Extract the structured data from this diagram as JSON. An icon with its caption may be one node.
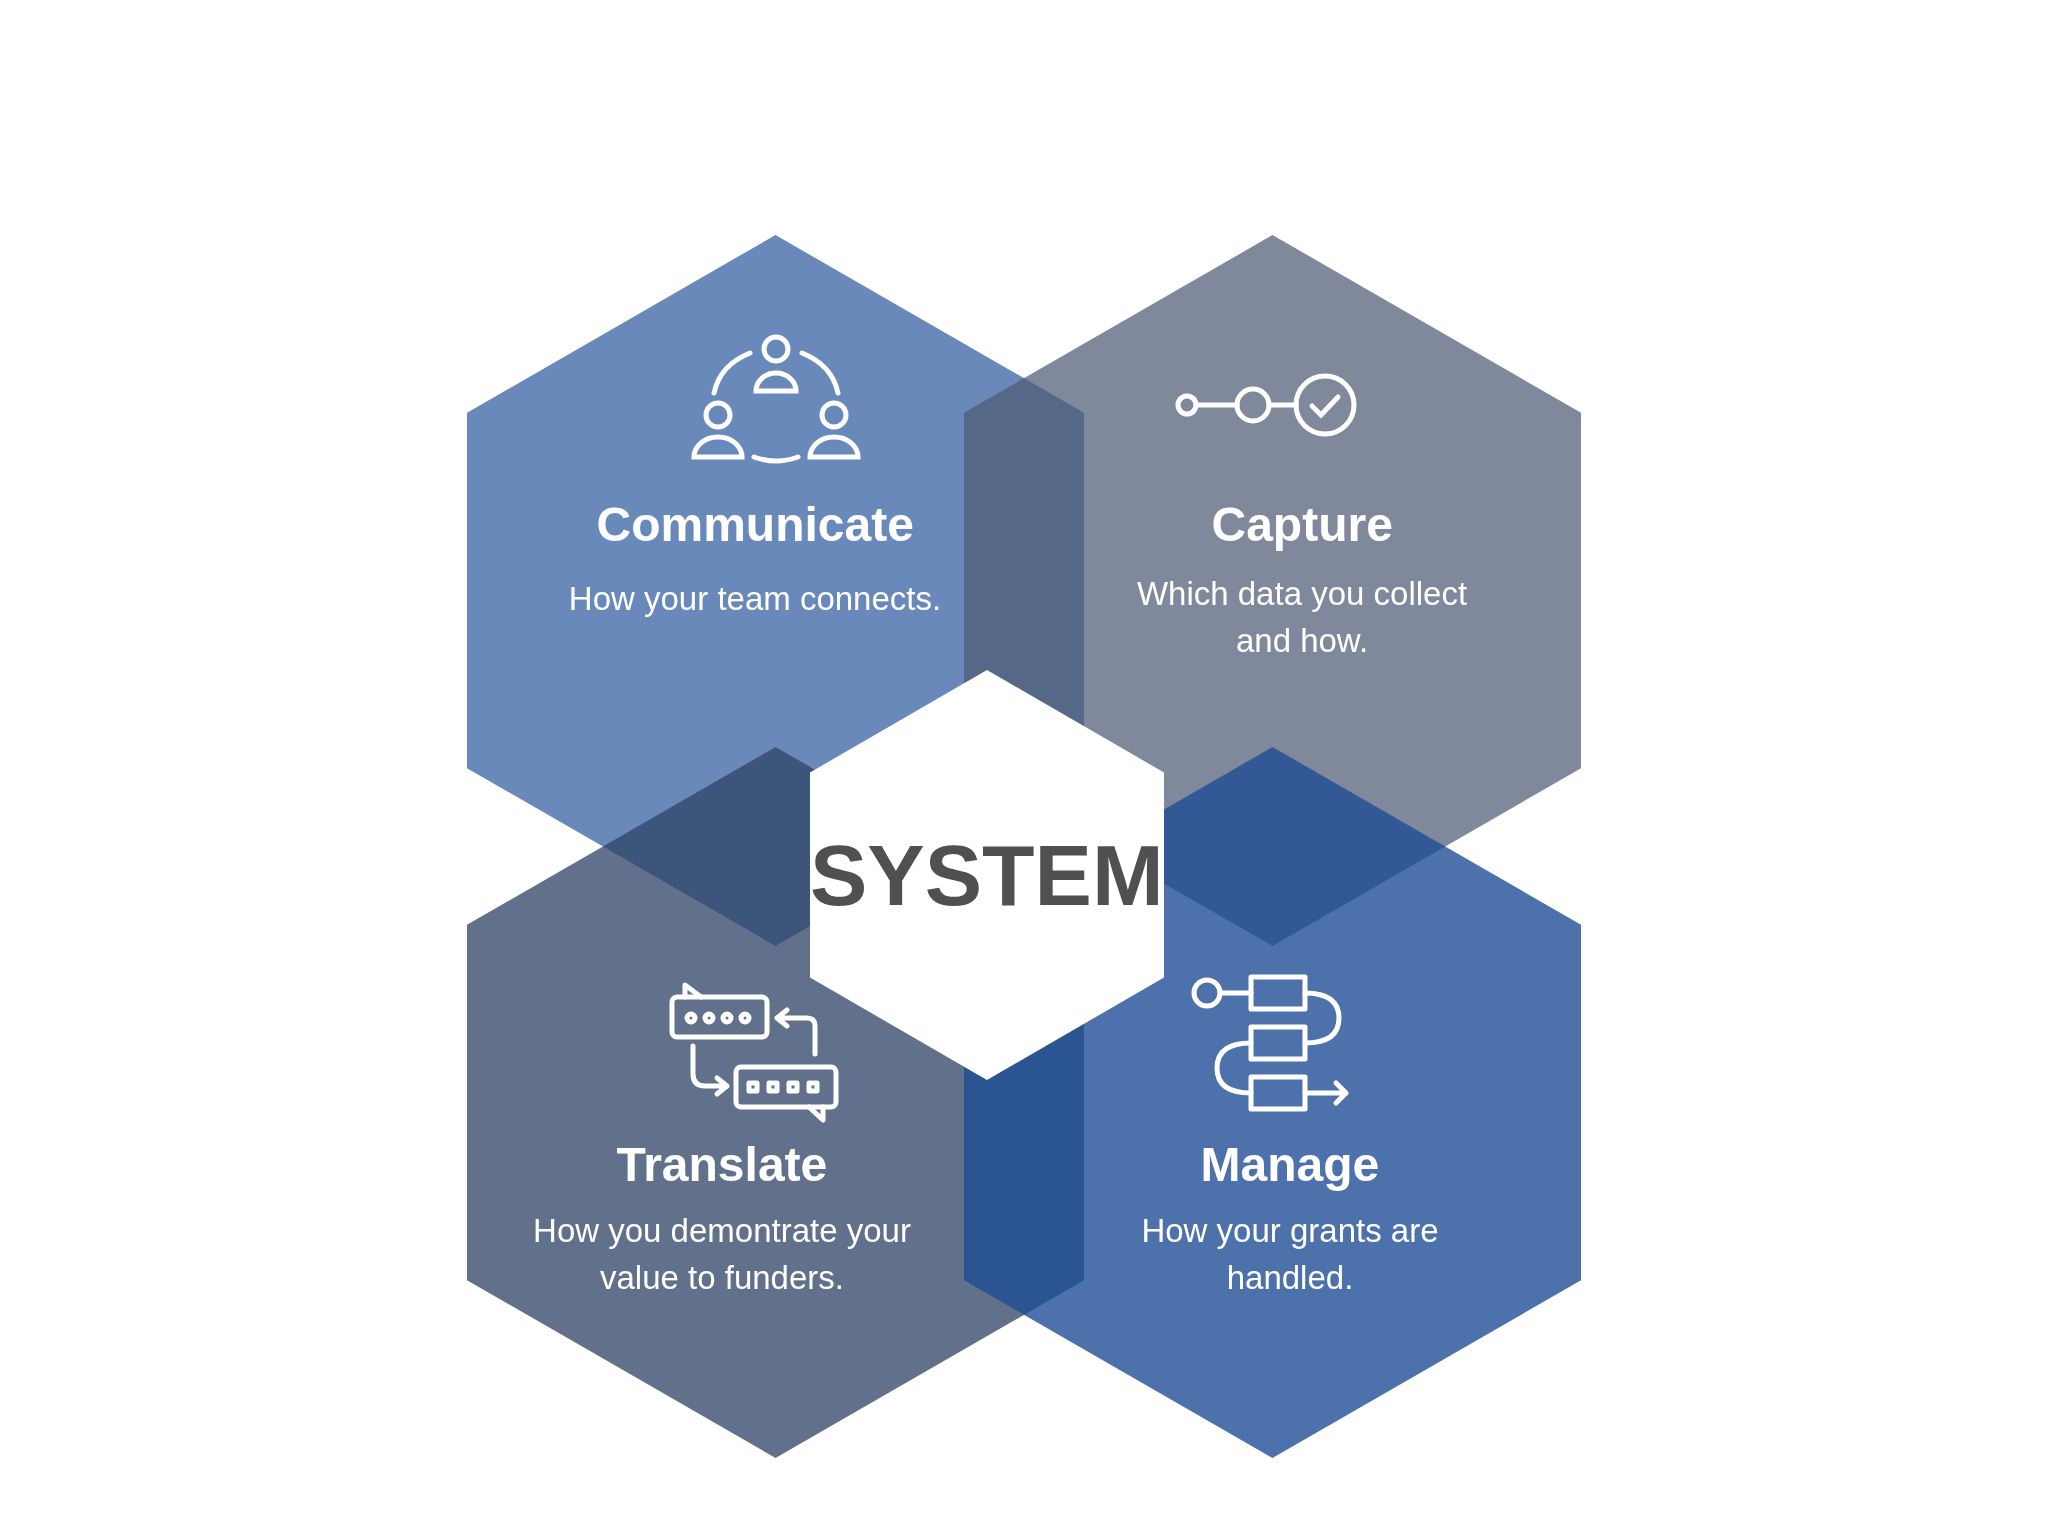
{
  "diagram": {
    "nodes": [
      {
        "text": [
          "Communicate",
          "How your team connects."
        ]
      },
      {
        "text": [
          "Capture",
          "Which data you collect and how."
        ]
      },
      {
        "text": [
          "SYSTEM"
        ]
      },
      {
        "text": [
          "Translate",
          "How you demontrate your value to funders."
        ]
      },
      {
        "text": [
          "Manage",
          "How your grants are handled."
        ]
      }
    ]
  }
}
